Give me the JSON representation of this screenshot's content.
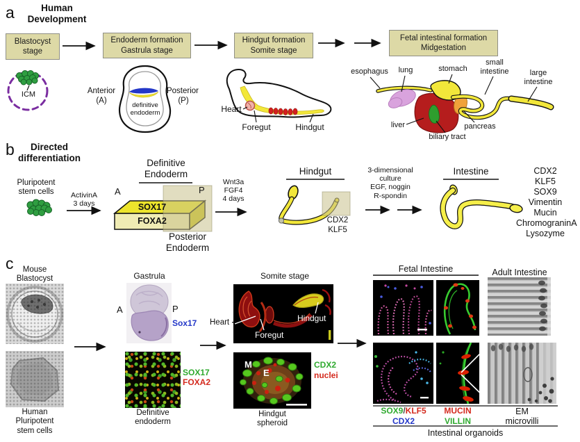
{
  "panel_a": {
    "letter": "a",
    "title": "Human\nDevelopment",
    "stages": [
      "Blastocyst\nstage",
      "Endoderm formation\nGastrula stage",
      "Hindgut formation\nSomite stage",
      "Fetal intestinal formation\nMidgestation"
    ],
    "icm": "ICM",
    "anterior": "Anterior",
    "anterior_abbr": "(A)",
    "posterior": "Posterior",
    "posterior_abbr": "(P)",
    "definitive_endoderm": "definitive\nendoderm",
    "heart": "Heart",
    "foregut": "Foregut",
    "hindgut": "Hindgut",
    "organs": {
      "esophagus": "esophagus",
      "lung": "lung",
      "stomach": "stomach",
      "small_intestine": "small\nintestine",
      "large_intestine": "large\nintestine",
      "liver": "liver",
      "biliary_tract": "biliary tract",
      "pancreas": "pancreas"
    }
  },
  "panel_b": {
    "letter": "b",
    "title": "Directed\ndifferentiation",
    "source": "Pluripotent\nstem cells",
    "step1": "ActivinA\n3 days",
    "de_title": "Definitive\nEndoderm",
    "a": "A",
    "p": "P",
    "sox17": "SOX17",
    "foxa2": "FOXA2",
    "posterior_endoderm": "Posterior\nEndoderm",
    "step2": "Wnt3a\nFGF4\n4 days",
    "hindgut_title": "Hindgut",
    "cdx2": "CDX2",
    "klf5": "KLF5",
    "step3": "3-dimensional\nculture\nEGF, noggin\nR-spondin",
    "intestine_title": "Intestine",
    "markers": [
      "CDX2",
      "KLF5",
      "SOX9",
      "Vimentin",
      "Mucin",
      "ChromograninA",
      "Lysozyme"
    ]
  },
  "panel_c": {
    "letter": "c",
    "mouse_blastocyst": "Mouse\nBlastocyst",
    "human_psc": "Human\nPluripotent\nstem cells",
    "gastrula": "Gastrula",
    "a": "A",
    "p": "P",
    "sox17_insitu": "Sox17",
    "sox17": "SOX17",
    "foxa2": "FOXA2",
    "definitive_endoderm": "Definitive\nendoderm",
    "somite_stage": "Somite stage",
    "heart": "Heart",
    "foregut": "Foregut",
    "hindgut": "Hindgut",
    "m": "M",
    "e": "E",
    "cdx2": "CDX2",
    "nuclei": "nuclei",
    "hindgut_spheroid": "Hindgut\nspheroid",
    "fetal_intestine": "Fetal Intestine",
    "adult_intestine": "Adult Intestine",
    "sox9": "SOX9",
    "slash": "/",
    "klf5": "KLF5",
    "cdx2_blue": "CDX2",
    "mucin": "MUCIN",
    "villin": "VILLIN",
    "em": "EM",
    "microvilli": "microvilli",
    "intestinal_organoids": "Intestinal organoids"
  },
  "colors": {
    "stage_box_fill": "#ddd9a6",
    "stage_box_border": "#8f8f85",
    "gut_yellow": "#f2e73a",
    "stem_cell_green": "#2f9e41",
    "icm_dash_purple": "#7a2da0",
    "blue_marker": "#2438c8",
    "green_marker": "#2faa2f",
    "red_marker": "#d42a1e",
    "lung_purple": "#d9a3dd",
    "liver_red": "#b51d1d",
    "pancreas_orange": "#f0a23a",
    "biliary_green": "#2e9e2e"
  }
}
